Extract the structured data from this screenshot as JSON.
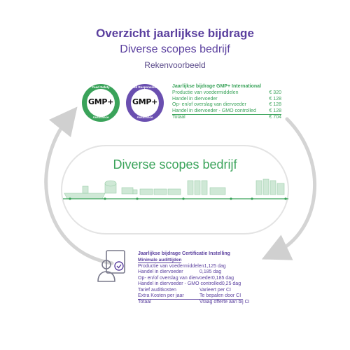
{
  "header": {
    "title": "Overzicht jaarlijkse bijdrage",
    "subtitle": "Diverse scopes bedrijf",
    "caption": "Rekenvoorbeeld"
  },
  "badges": [
    {
      "word": "GMP+",
      "top_text": "Feed Safety",
      "bottom_text": "Assurance",
      "color": "#3aa35a"
    },
    {
      "word": "GMP+",
      "top_text": "Feed Responsibility",
      "bottom_text": "Assurance",
      "color": "#6a4fb0"
    }
  ],
  "gmp_table": {
    "heading": "Jaarlijkse bijdrage GMP+ International",
    "rows": [
      {
        "label": "Productie van voedermiddelen",
        "value": "€ 320"
      },
      {
        "label": "Handel in diervoeder",
        "value": "€ 128"
      },
      {
        "label": "Op- en/of overslag van diervoeder",
        "value": "€ 128"
      },
      {
        "label": "Handel in diervoeder - GMO controlled",
        "value": "€ 128"
      }
    ],
    "total": {
      "label": "Totaal",
      "value": "€ 704"
    }
  },
  "center": {
    "label": "Diverse scopes bedrijf"
  },
  "audit_table": {
    "heading": "Jaarlijkse bijdrage Certificatie Instelling",
    "subheading": "Minimale audittijden",
    "rows": [
      {
        "label": "Productie van voedermiddelen",
        "value": "1,125 dag"
      },
      {
        "label": "Handel in diervoeder",
        "value": "0,185 dag"
      },
      {
        "label": "Op- en/of overslag van diervoeder",
        "value": "0,185 dag"
      },
      {
        "label": "Handel in diervoeder - GMO controlled",
        "value": "0,25 dag"
      },
      {
        "label": "Tarief auditkosten",
        "value": "Varieert per CI"
      },
      {
        "label": "Extra Kosten per jaar",
        "value": "Te bepalen door CI"
      }
    ],
    "total": {
      "label": "Totaal",
      "value": "Vraag offerte aan bij CI"
    }
  },
  "colors": {
    "green": "#3aa35a",
    "purple": "#5a3f9e",
    "arrow_gray": "#cfcfcf"
  }
}
